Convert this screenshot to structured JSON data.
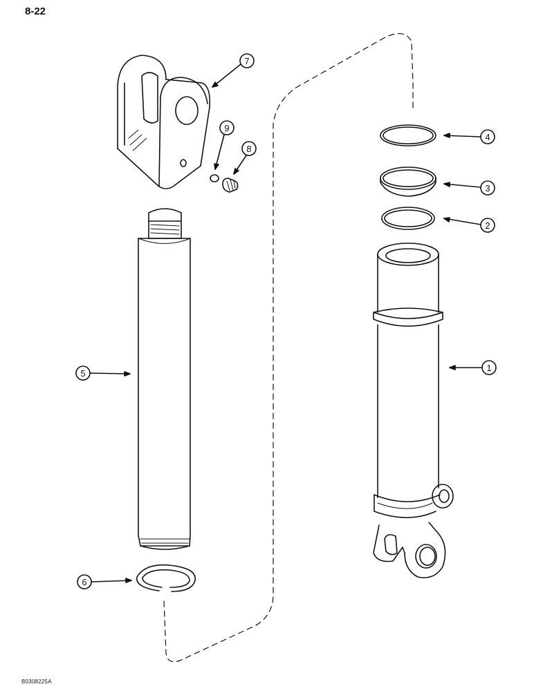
{
  "page": {
    "number": "8-22",
    "figure_code": "B0308225A"
  },
  "callouts": [
    {
      "id": "callout-1",
      "label": "1"
    },
    {
      "id": "callout-2",
      "label": "2"
    },
    {
      "id": "callout-3",
      "label": "3"
    },
    {
      "id": "callout-4",
      "label": "4"
    },
    {
      "id": "callout-5",
      "label": "5"
    },
    {
      "id": "callout-6",
      "label": "6"
    },
    {
      "id": "callout-7",
      "label": "7"
    },
    {
      "id": "callout-8",
      "label": "8"
    },
    {
      "id": "callout-9",
      "label": "9"
    }
  ]
}
